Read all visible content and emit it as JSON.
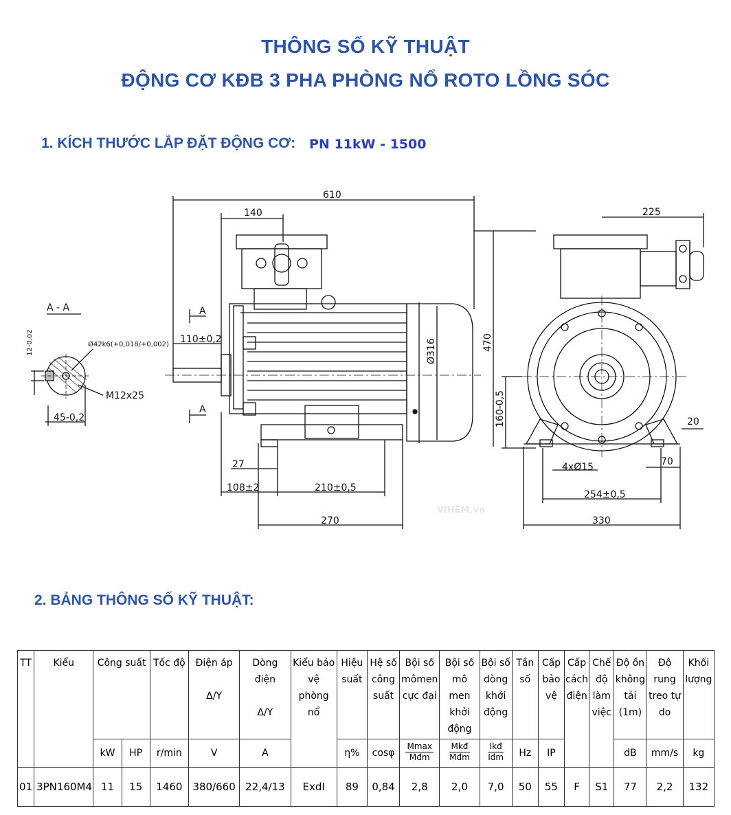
{
  "header": {
    "title_line1": "THÔNG SỐ KỸ THUẬT",
    "title_line2": "ĐỘNG CƠ KĐB 3 PHA PHÒNG NỔ ROTO LỒNG SÓC"
  },
  "section1": {
    "label": "1. KÍCH THƯỚC LẮP ĐẶT ĐỘNG CƠ:",
    "model": "PN 11kW - 1500"
  },
  "drawing": {
    "section_label": "A - A",
    "section_marker": "A",
    "dims": {
      "overall_length": "610",
      "terminal_offset": "140",
      "shaft_ext": "110±0,2",
      "frame_dia": "Ø316",
      "height_total": "470",
      "width_top": "225",
      "shaft_height": "160-0,5",
      "foot_width": "20",
      "foot_70": "70",
      "holes": "4xØ15",
      "hole_span_side": "254±0,5",
      "base_width_side": "330",
      "d27": "27",
      "d108": "108±2",
      "d210": "210±0,5",
      "d270": "270",
      "key_12": "12-0,02",
      "shaft_dia": "Ø42k6(+0,018/+0,002)",
      "thread": "M12x25",
      "key_45": "45-0,2"
    },
    "watermark": "VIHEM.vn"
  },
  "section2": {
    "label": "2. BẢNG THÔNG SỐ KỸ THUẬT:"
  },
  "table": {
    "headers": {
      "tt": "TT",
      "kieu": "Kiểu",
      "cong_suat": "Công suất",
      "toc_do": "Tốc độ",
      "dien_ap": "Điện áp",
      "dien_ap_sub": "Δ/Y",
      "dong_dien": "Dòng điện",
      "dong_dien_sub": "Δ/Y",
      "kieu_bao_ve": "Kiểu bảo vệ phòng nổ",
      "hieu_suat": "Hiệu suất",
      "he_so": "Hệ số công suất",
      "boi_so_momen": "Bội số mômen cực đại",
      "boi_so_khoi_dong": "Bội số mô men khởi động",
      "boi_so_dong": "Bội số dòng khởi động",
      "tan_so": "Tần số",
      "cap_bao_ve": "Cấp bảo vệ",
      "cap_cach_dien": "Cấp cách điện",
      "che_do": "Chế độ làm việc",
      "do_on": "Độ ồn không tải (1m)",
      "do_rung": "Độ rung treo tự do",
      "khoi_luong": "Khối lượng"
    },
    "units": {
      "kw": "kW",
      "hp": "HP",
      "rpm": "r/min",
      "v": "V",
      "a": "A",
      "eff": "η%",
      "cos": "cosφ",
      "mmax_num": "Mmax",
      "mmax_den": "Mđm",
      "mkd_num": "Mkđ",
      "mkd_den": "Mđm",
      "ikd_num": "Ikđ",
      "ikd_den": "Iđm",
      "hz": "Hz",
      "ip": "IP",
      "db": "dB",
      "mms": "mm/s",
      "kg": "kg"
    },
    "row": {
      "tt": "01",
      "kieu": "3PN160M4",
      "kw": "11",
      "hp": "15",
      "rpm": "1460",
      "v": "380/660",
      "a": "22,4/13",
      "ex": "ExdI",
      "eff": "89",
      "cos": "0,84",
      "mmax": "2,8",
      "mkd": "2,0",
      "ikd": "7,0",
      "hz": "50",
      "ip": "55",
      "ins": "F",
      "duty": "S1",
      "db": "77",
      "vib": "2,2",
      "kg": "132"
    }
  }
}
